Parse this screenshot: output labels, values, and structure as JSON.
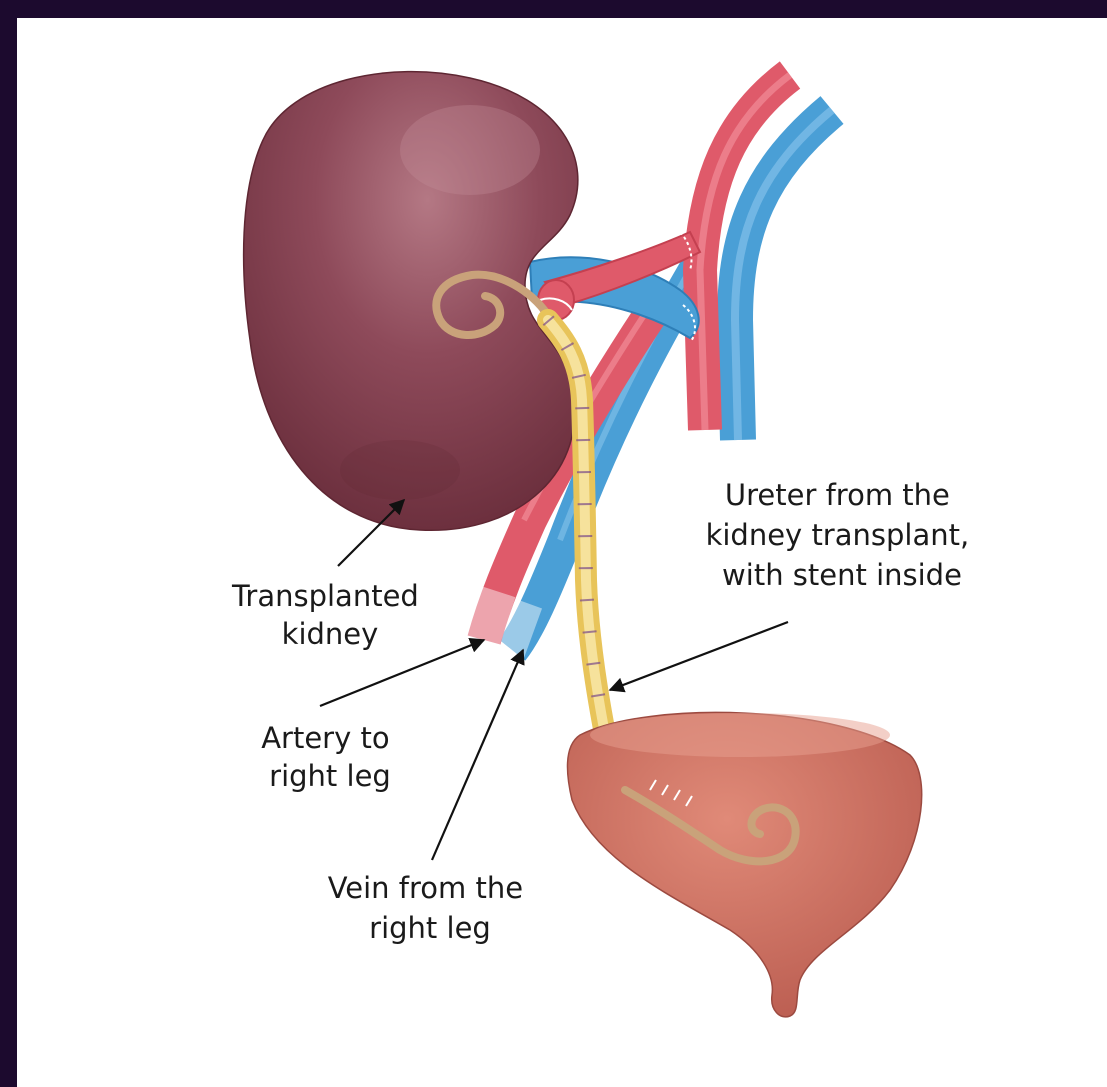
{
  "title_fragment": "",
  "labels": {
    "kidney": [
      "Transplanted",
      "kidney"
    ],
    "artery": [
      "Artery to",
      "right leg"
    ],
    "vein": [
      "Vein from the",
      "right leg"
    ],
    "ureter": [
      "Ureter from the",
      "kidney transplant,",
      "with stent inside"
    ]
  },
  "colors": {
    "frame": "#1c0a2e",
    "kidney": "#8e4a5a",
    "artery": "#df5a6a",
    "vein": "#4a9fd6",
    "ureter": "#f2d47a",
    "bladder": "#cf6e5f"
  }
}
